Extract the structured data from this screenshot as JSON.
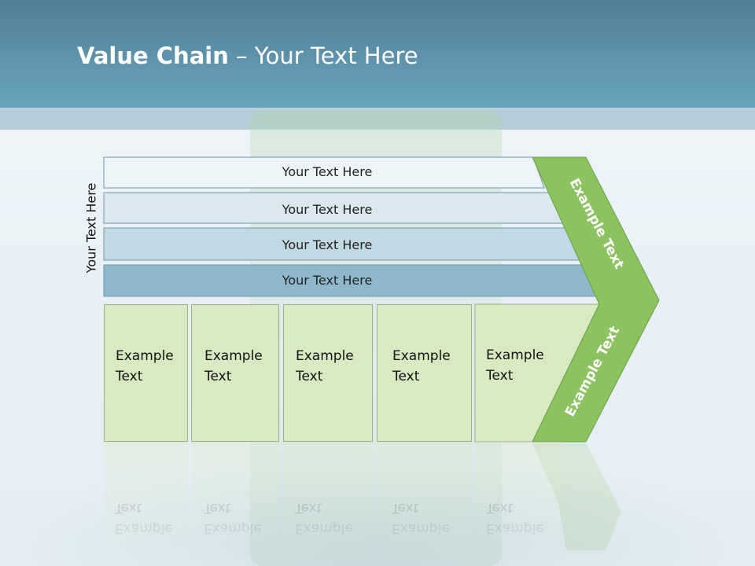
{
  "title": {
    "bold": "Value Chain",
    "rest": " – Your Text Here"
  },
  "side_label": "Your Text Here",
  "rows": [
    {
      "label": "Your Text Here",
      "color": "#edf4f8"
    },
    {
      "label": "Your Text Here",
      "color": "#d9e8ef"
    },
    {
      "label": "Your Text Here",
      "color": "#c1d9e3"
    },
    {
      "label": "Your Text Here",
      "color": "#8fb9cb"
    }
  ],
  "boxes": [
    {
      "line1": "Example",
      "line2": "Text"
    },
    {
      "line1": "Example",
      "line2": "Text"
    },
    {
      "line1": "Example",
      "line2": "Text"
    },
    {
      "line1": "Example",
      "line2": "Text"
    },
    {
      "line1": "Example",
      "line2": "Text"
    }
  ],
  "chevron": {
    "upper_label": "Example Text",
    "lower_label": "Example Text",
    "color": "#8dc261"
  },
  "colors": {
    "header": "#6aa3bd",
    "box_fill": "#d8eac2"
  }
}
